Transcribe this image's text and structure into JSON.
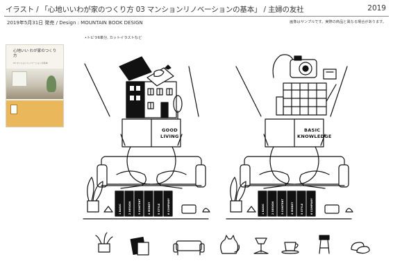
{
  "header": {
    "title": "イラスト / 「心地いいわが家のつくり方 03 マンションリノベーションの基本」 / 主婦の友社",
    "year": "2019"
  },
  "subheader": {
    "publish": "2019年5月31日 発売 / Design : MOUNTAIN BOOK DESIGN",
    "disclaimer": "画像はサンプルです。実際の商品と異なる場合があります。"
  },
  "caption": "•トビラ6単分, カットイラストなど",
  "book_cover": {
    "title": "心地いい わが家のつくり方",
    "subtitle": "03 マンションリノベーションの基本"
  },
  "illustrations": [
    {
      "name": "good-living",
      "cover_line1": "GOOD",
      "cover_line2": "LIVING",
      "spines": [
        "1 BASIC",
        "2 DESIGN",
        "3 CONTENT",
        "4 MONEY",
        "5 STYLE",
        "6 COMPANY"
      ]
    },
    {
      "name": "basic-knowledge",
      "cover_line1": "BASIC",
      "cover_line2": "KNOWLEDGE",
      "spines": [
        "1 BASIC",
        "2 DESIGN",
        "3 CONTENT",
        "4 MONEY",
        "5 STYLE",
        "6 COMPANY"
      ]
    }
  ],
  "small_icons": [
    "potted-plant-icon",
    "books-icon",
    "sofa-icon",
    "cat-icon",
    "lamp-icon",
    "coffee-cup-icon",
    "stool-icon",
    "slippers-icon"
  ]
}
